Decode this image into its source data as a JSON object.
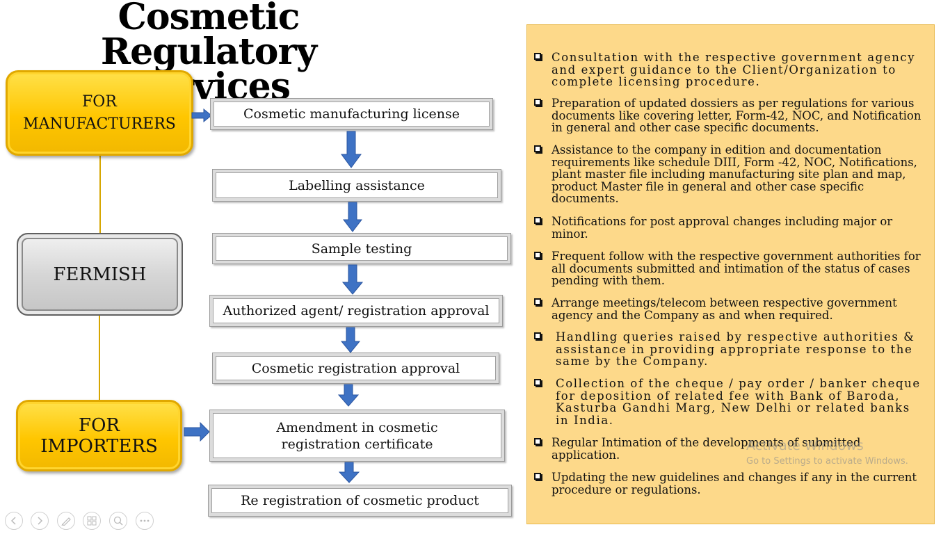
{
  "title": {
    "line1": "Cosmetic Regulatory",
    "line2": "Services"
  },
  "left": {
    "manufacturers": {
      "line1": "FOR",
      "line2": "MANUFACTURERS"
    },
    "center": "FERMISH",
    "importers": "FOR IMPORTERS"
  },
  "steps": [
    "Cosmetic manufacturing license",
    "Labelling assistance",
    "Sample testing",
    "Authorized agent/ registration approval",
    "Cosmetic registration approval",
    "Amendment in cosmetic registration certificate",
    "Re registration of cosmetic product"
  ],
  "services": [
    "Consultation with the respective government agency and expert guidance to the Client/Organization to complete licensing procedure.",
    "Preparation of updated dossiers as per regulations for various documents like covering letter, Form-42, NOC, and Notification in general and other case specific documents.",
    "Assistance to the company in edition and documentation requirements like schedule DIII, Form -42, NOC, Notifications, plant master file including manufacturing site plan and map, product Master file in general and other case specific documents.",
    "Notifications for post approval changes including major or minor.",
    "Frequent follow with the respective government authorities for all documents submitted and intimation of the status of cases pending with them.",
    "Arrange meetings/telecom between respective government agency and the Company as and when required.",
    "Handling queries raised by respective authorities & assistance in providing appropriate response to the same by the Company.",
    "Collection of the cheque / pay order / banker cheque for deposition of related fee with Bank of Baroda, Kasturba Gandhi Marg, New Delhi or related banks in India.",
    "Regular Intimation of the developments of submitted application.",
    "Updating the new guidelines and changes if any in the current procedure or regulations."
  ],
  "watermark": {
    "line1": "Activate Windows",
    "line2": "Go to Settings to activate Windows."
  },
  "nav": [
    "previous-slide-icon",
    "next-slide-icon",
    "pen-icon",
    "slides-grid-icon",
    "zoom-icon",
    "more-icon"
  ],
  "colors": {
    "yellow": "#ffc600",
    "panel": "#fdd98a",
    "arrow": "#3e72c4"
  }
}
